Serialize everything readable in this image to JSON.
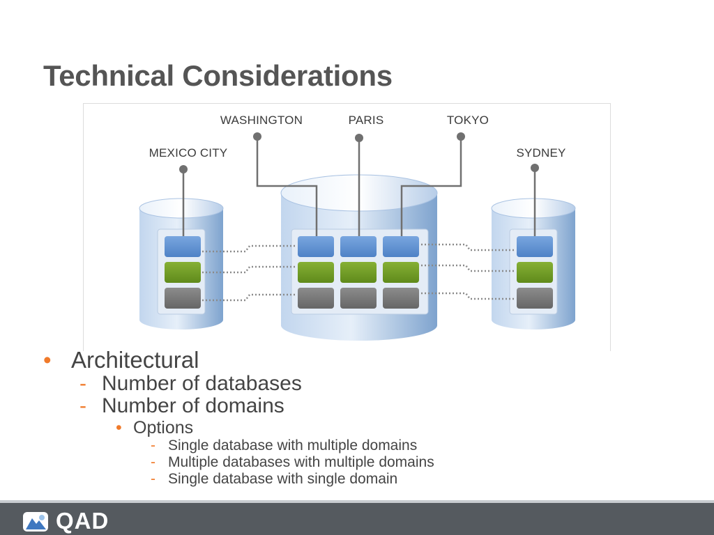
{
  "slide": {
    "title": "Technical Considerations"
  },
  "diagram": {
    "locations": [
      {
        "label": "MEXICO CITY"
      },
      {
        "label": "WASHINGTON"
      },
      {
        "label": "PARIS"
      },
      {
        "label": "TOKYO"
      },
      {
        "label": "SYDNEY"
      }
    ],
    "colors": {
      "cylinder_light": "#dbe8f6",
      "cylinder_dark": "#7ea3ce",
      "block_blue": "#5d8fd0",
      "block_green": "#6f9a25",
      "block_gray": "#777777",
      "connector": "#707070"
    }
  },
  "bullets": [
    {
      "level": 1,
      "marker": "•",
      "text": "Architectural"
    },
    {
      "level": 2,
      "marker": "-",
      "text": "Number of databases"
    },
    {
      "level": 2,
      "marker": "-",
      "text": "Number of domains"
    },
    {
      "level": 3,
      "marker": "•",
      "text": "Options"
    },
    {
      "level": 4,
      "marker": "-",
      "text": "Single database with multiple domains"
    },
    {
      "level": 4,
      "marker": "-",
      "text": "Multiple databases with multiple domains"
    },
    {
      "level": 4,
      "marker": "-",
      "text": "Single database with single domain"
    }
  ],
  "footer": {
    "logo_text": "QAD",
    "logo_icon": "qad-logo-icon",
    "bar_color": "#555a5f"
  }
}
